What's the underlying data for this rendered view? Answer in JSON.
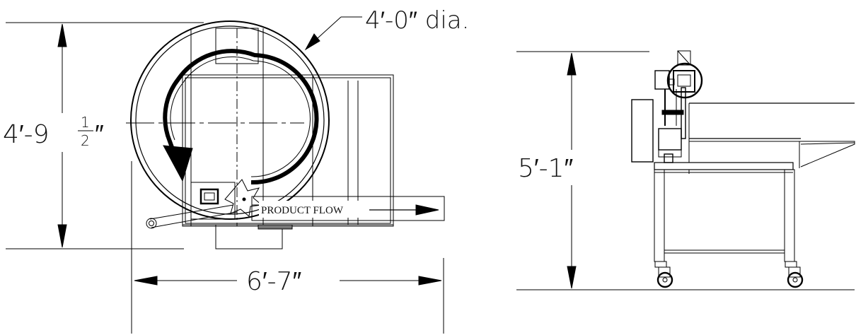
{
  "dimensions": {
    "diameter": "4′-0″ dia.",
    "plan_height_main": "4′-9",
    "plan_height_frac_num": "1",
    "plan_height_frac_den": "2",
    "plan_height_inch": "″",
    "plan_width": "6′-7″",
    "side_height": "5′-1″"
  },
  "labels": {
    "product_flow": "PRODUCT FLOW"
  }
}
